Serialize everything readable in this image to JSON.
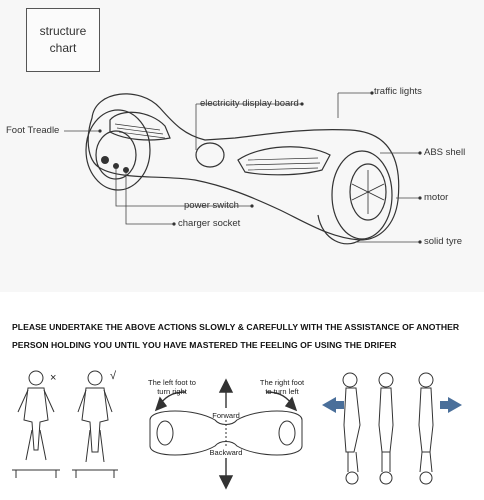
{
  "header": {
    "title_line1": "structure",
    "title_line2": "chart"
  },
  "labels": {
    "traffic_lights": "traffic lights",
    "electricity_display_board": "electricity display board",
    "foot_treadle": "Foot Treadle",
    "abs_shell": "ABS shell",
    "power_switch": "power switch",
    "motor": "motor",
    "charger_socket": "charger socket",
    "solid_tyre": "solid tyre"
  },
  "warning": {
    "line1": "PLEASE UNDERTAKE THE ABOVE ACTIONS SLOWLY & CAREFULLY WITH THE ASSISTANCE OF ANOTHER",
    "line2": "PERSON HOLDING YOU UNTIL YOU HAVE MASTERED THE FEELING OF USING THE DRIFER"
  },
  "marks": {
    "wrong": "×",
    "right": "√"
  },
  "steering": {
    "left_foot": "The left foot to turn right",
    "right_foot": "The right foot to turn left",
    "forward": "Forward",
    "backward": "Backward"
  },
  "colors": {
    "top_bg": "#f7f7f7",
    "line": "#333333",
    "arrow_blue": "#4a6f9a"
  }
}
